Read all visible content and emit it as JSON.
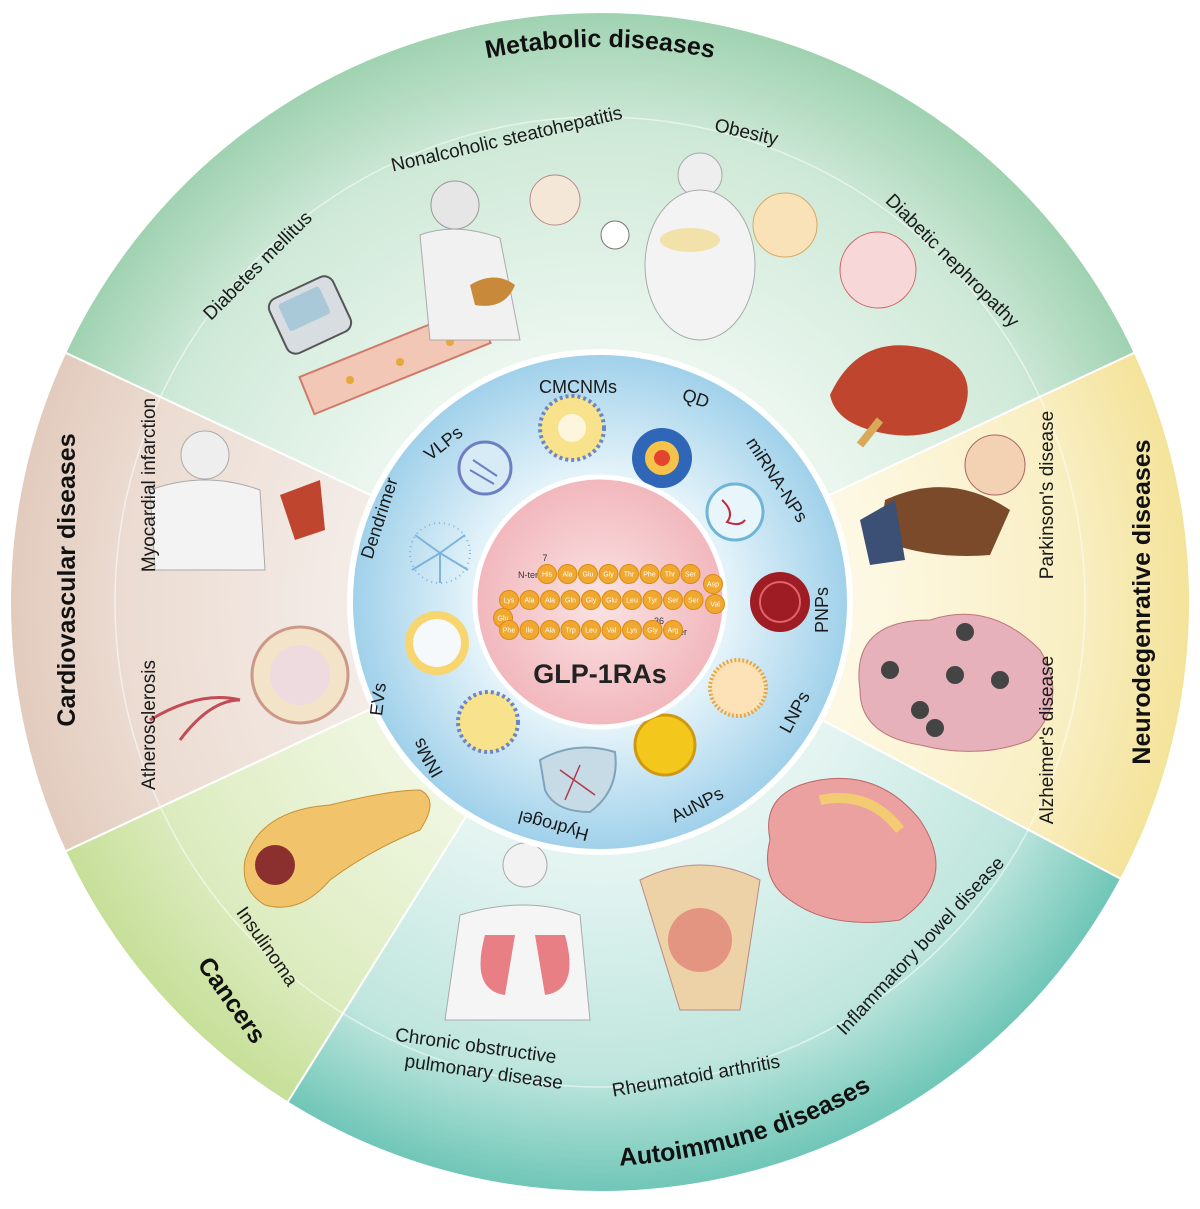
{
  "categories": {
    "metabolic": "Metabolic diseases",
    "neurodegenerative": "Neurodegenrative diseases",
    "autoimmune": "Autoimmune diseases",
    "cancers": "Cancers",
    "cardiovascular": "Cardiovascular diseases"
  },
  "diseases": {
    "diabetes": "Diabetes mellitus",
    "nash": "Nonalcoholic steatohepatitis",
    "obesity": "Obesity",
    "nephropathy": "Diabetic nephropathy",
    "parkinsons": "Parkinson's disease",
    "alzheimers": "Alzheimer's disease",
    "ibd": "Inflammatory bowel disease",
    "ra": "Rheumatoid arthritis",
    "copd_line1": "Chronic obstructive",
    "copd_line2": "pulmonary disease",
    "insulinoma": "Insulinoma",
    "atherosclerosis": "Atherosclerosis",
    "mi": "Myocardial infarction"
  },
  "carriers": {
    "cmcnms": "CMCNMs",
    "qd": "QD",
    "mirna": "miRNA-NPs",
    "pnps": "PNPs",
    "lnps": "LNPs",
    "aunps": "AuNPs",
    "hydrogel": "Hydrogel",
    "inms": "INMs",
    "evs": "EVs",
    "dendrimer": "Dendrimer",
    "vlps": "VLPs"
  },
  "center": {
    "title": "GLP-1RAs",
    "n_ter": "N-ter",
    "c_ter": "C-ter",
    "start_num": "7",
    "end_num": "36",
    "row1": [
      "His",
      "Ala",
      "Glu",
      "Gly",
      "Thr",
      "Phe",
      "Thr",
      "Ser"
    ],
    "row1_tail": [
      "Asp",
      "Val"
    ],
    "row2": [
      "Lys",
      "Ala",
      "Ala",
      "Gln",
      "Gly",
      "Glu",
      "Leu",
      "Tyr",
      "Ser",
      "Ser"
    ],
    "row3_head": [
      "Glu"
    ],
    "row3": [
      "Phe",
      "Ile",
      "Ala",
      "Trp",
      "Leu",
      "Val",
      "Lys",
      "Gly",
      "Arg"
    ]
  },
  "colors": {
    "metabolic": "#a9d6b8",
    "neuro": "#f7e9a8",
    "autoimmune": "#7fcfc2",
    "cancers": "#cfe3a6",
    "cardio": "#e6d3c8",
    "inner_ring": "#b9def0",
    "center": "#f4c2c6",
    "amino": "#f0a830"
  }
}
